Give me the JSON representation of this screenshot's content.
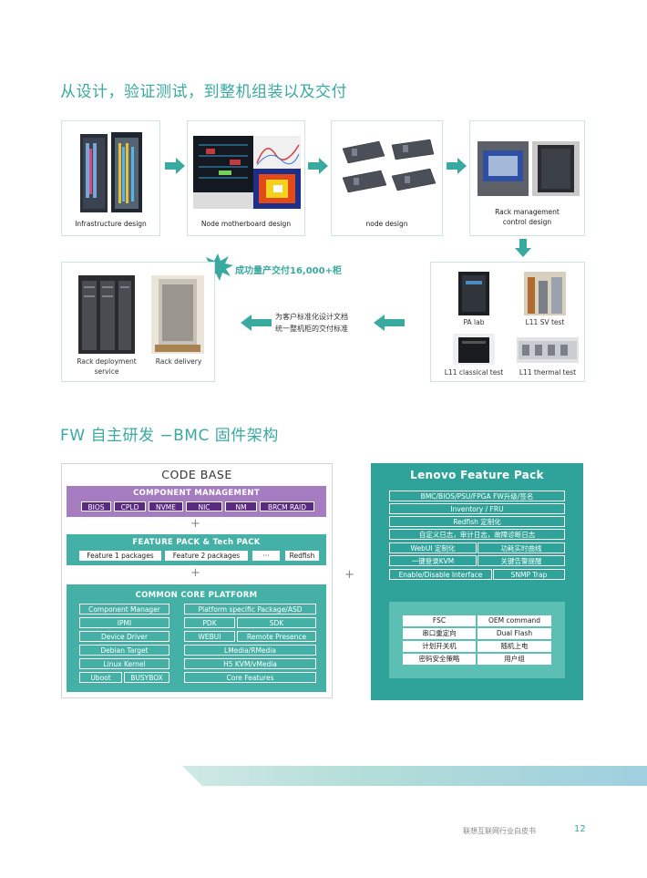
{
  "section1": {
    "title": "从设计，验证测试，到整机组装以及交付",
    "cards": {
      "infra": "Infrastructure design",
      "motherboard": "Node motherboard design",
      "node": "node design",
      "rack_mgmt_line1": "Rack management",
      "rack_mgmt_line2": "control design",
      "pa_lab": "PA lab",
      "sv_test": "L11 SV test",
      "classical": "L11 classical test",
      "thermal": "L11 thermal test",
      "rack_deploy_line1": "Rack deployment",
      "rack_deploy_line2": "service",
      "rack_delivery": "Rack delivery"
    },
    "burst_text": "成功量产交付16,000+柜",
    "middle_line1": "为客户标准化设计文档",
    "middle_line2": "统一整机柜的交付标准"
  },
  "section2": {
    "title": "FW 自主研发 −BMC 固件架构",
    "code_base": {
      "title": "CODE BASE",
      "component_management": {
        "title": "COMPONENT MANAGEMENT",
        "items": [
          "BIOS",
          "CPLD",
          "NVME",
          "NIC",
          "NM",
          "BRCM RAID"
        ]
      },
      "feature_pack": {
        "title": "FEATURE PACK & Tech PACK",
        "items": [
          "Feature 1 packages",
          "Feature 2 packages",
          "···",
          "Redfish"
        ]
      },
      "common_core": {
        "title": "COMMON CORE PLATFORM",
        "left": [
          "Component Manager",
          "IPMI",
          "Device Driver",
          "Debian Target",
          "Linux Kernel"
        ],
        "uboot": "Uboot",
        "busybox": "BUSYBOX",
        "right_top": "Platform specific Package/ASD",
        "pdk": "PDK",
        "sdk": "SDK",
        "webui": "WEBUI",
        "remote": "Remote Presence",
        "lmedia": "LMedia/RMedia",
        "h5kvm": "H5 KVM/vMedia",
        "core_features": "Core Features"
      },
      "plus": "+"
    },
    "lenovo": {
      "title": "Lenovo Feature Pack",
      "rows_full": [
        "BMC/BIOS/PSU/FPGA FW升级/签名",
        "Inventory / FRU",
        "Redfish 定制化",
        "自定义日志，审计日志，故障诊断日志"
      ],
      "webui": "WebUI 定制化",
      "power": "功耗实时曲线",
      "kvm": "一键登录KVM",
      "alarm": "关键告警提醒",
      "enable": "Enable/Disable Interface",
      "snmp": "SNMP Trap",
      "table": [
        [
          "FSC",
          "OEM command"
        ],
        [
          "串口重定向",
          "Dual Flash"
        ],
        [
          "计划开关机",
          "随机上电"
        ],
        [
          "密码安全策略",
          "用户组"
        ]
      ]
    },
    "between_plus": "+"
  },
  "footer": {
    "text": "联想互联网行业白皮书",
    "page": "12"
  }
}
